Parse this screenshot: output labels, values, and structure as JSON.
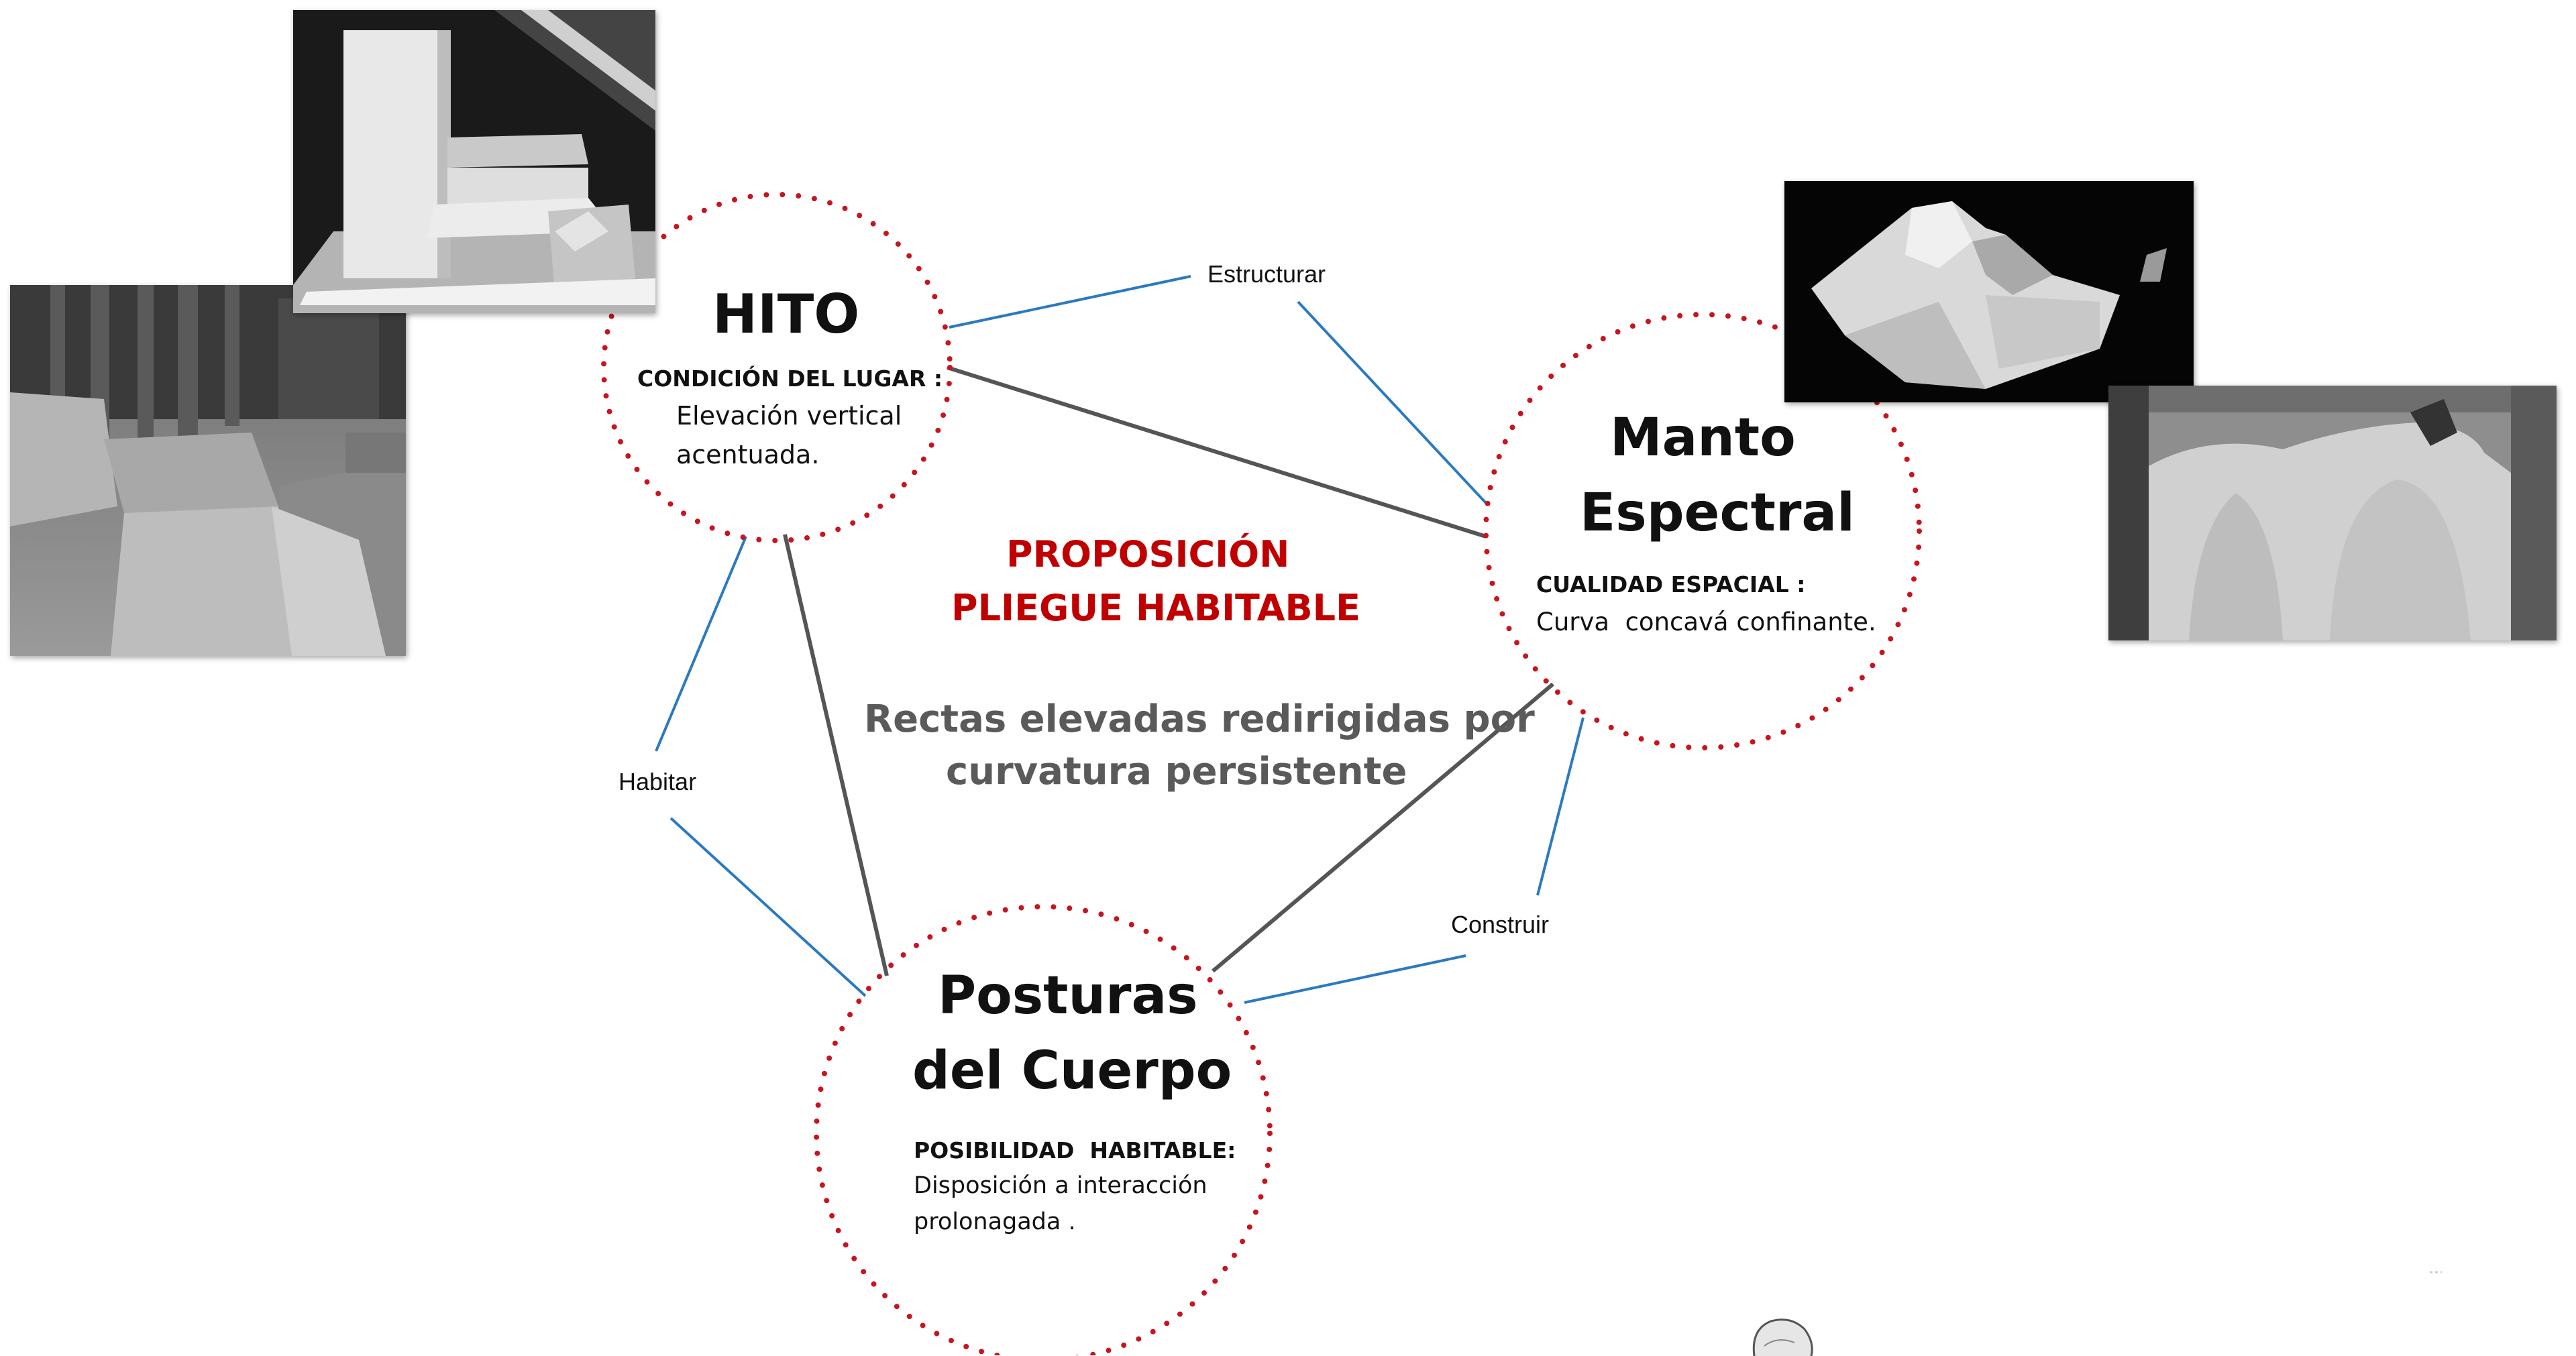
{
  "nodes": {
    "hito": {
      "title": "HITO",
      "subtitle": "CONDICIÓN DEL LUGAR :",
      "body_line1": "Elevación vertical",
      "body_line2": "acentuada."
    },
    "manto": {
      "title_line1": "Manto",
      "title_line2": "Espectral",
      "subtitle": "CUALIDAD ESPACIAL :",
      "body": "Curva  concavá confinante."
    },
    "posturas": {
      "title_line1": "Posturas",
      "title_line2": "del Cuerpo",
      "subtitle": "POSIBILIDAD  HABITABLE:",
      "body_line1": "Disposición a interacción",
      "body_line2": "prolonagada ."
    }
  },
  "center": {
    "heading_line1": "PROPOSICIÓN",
    "heading_line2": "PLIEGUE HABITABLE",
    "tagline_line1": "Rectas elevadas redirigidas por",
    "tagline_line2": "curvatura persistente"
  },
  "edge_labels": {
    "estructurar": "Estructurar",
    "habitar": "Habitar",
    "construir": "Construir"
  },
  "colors": {
    "circle_dots": "#c8141e",
    "connector_blue": "#2a7ac0",
    "connector_gray": "#555555",
    "heading_red": "#c00000",
    "tagline_gray": "#5a5a5a"
  }
}
